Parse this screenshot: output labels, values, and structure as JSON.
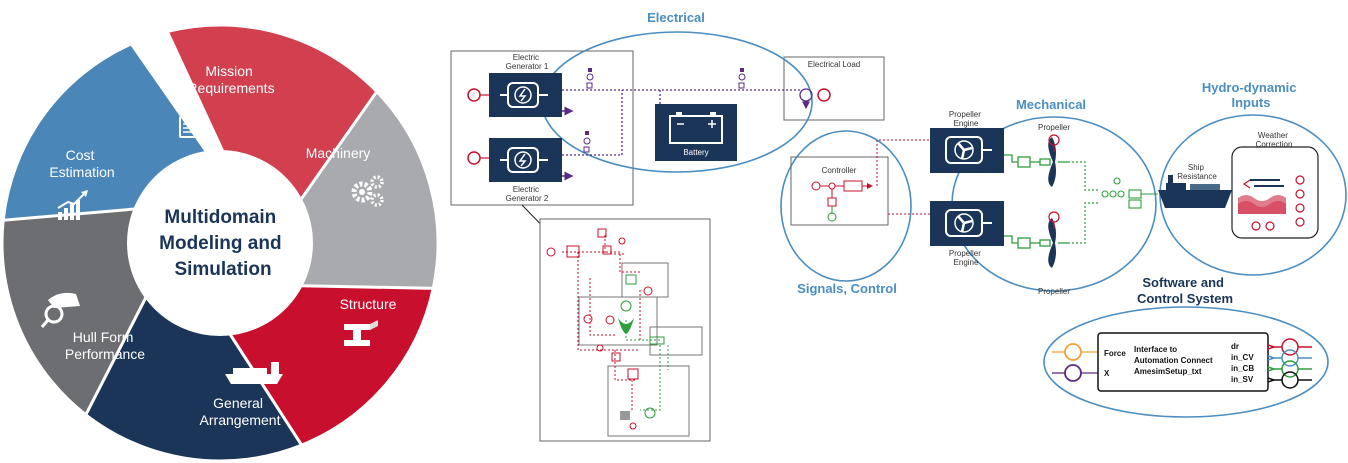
{
  "wheel": {
    "center_title_lines": [
      "Multidomain",
      "Modeling and",
      "Simulation"
    ],
    "segments": [
      {
        "lines": [
          "Mission",
          "Requirements"
        ],
        "color": "#d2404f",
        "icon": "clipboard-icon"
      },
      {
        "lines": [
          "Machinery"
        ],
        "color": "#a8aaad",
        "icon": "gears-icon"
      },
      {
        "lines": [
          "Structure"
        ],
        "color": "#c8102e",
        "icon": "i-beam-icon"
      },
      {
        "lines": [
          "General",
          "Arrangement"
        ],
        "color": "#1a3557",
        "icon": "cargo-ship-icon"
      },
      {
        "lines": [
          "Hull Form",
          "Performance"
        ],
        "color": "#6d6e71",
        "icon": "hull-inspection-icon"
      },
      {
        "lines": [
          "Cost",
          "Estimation"
        ],
        "color": "#4a86b8",
        "icon": "growth-chart-icon"
      }
    ]
  },
  "domains": {
    "electrical": "Electrical",
    "mechanical": "Mechanical",
    "hydro_lines": [
      "Hydro-dynamic",
      "Inputs"
    ],
    "signals": "Signals, Control",
    "software_lines": [
      "Software and",
      "Control System"
    ]
  },
  "components": {
    "generator1_lines": [
      "Electric",
      "Generator 1"
    ],
    "generator2_lines": [
      "Electric",
      "Generator 2"
    ],
    "battery": "Battery",
    "electrical_load": "Electrical Load",
    "controller": "Controller",
    "engine_lines": [
      "Propeller",
      "Engine"
    ],
    "propeller": "Propeller",
    "ship_resistance_lines": [
      "Ship",
      "Resistance"
    ],
    "weather_lines": [
      "Weather",
      "Correction"
    ]
  },
  "interface_block": {
    "left_ports": [
      "Force",
      "X"
    ],
    "title_lines": [
      "Interface to",
      "Automation Connect",
      "AmesimSetup_txt"
    ],
    "right_ports": [
      "dr",
      "in_CV",
      "in_CB",
      "in_SV"
    ]
  },
  "colors": {
    "navy": "#1a3557",
    "red": "#c8102e",
    "green": "#2e9e3f",
    "purple": "#5b2a86",
    "blue_outline": "#4a8ec2",
    "orange": "#f2a23a"
  }
}
